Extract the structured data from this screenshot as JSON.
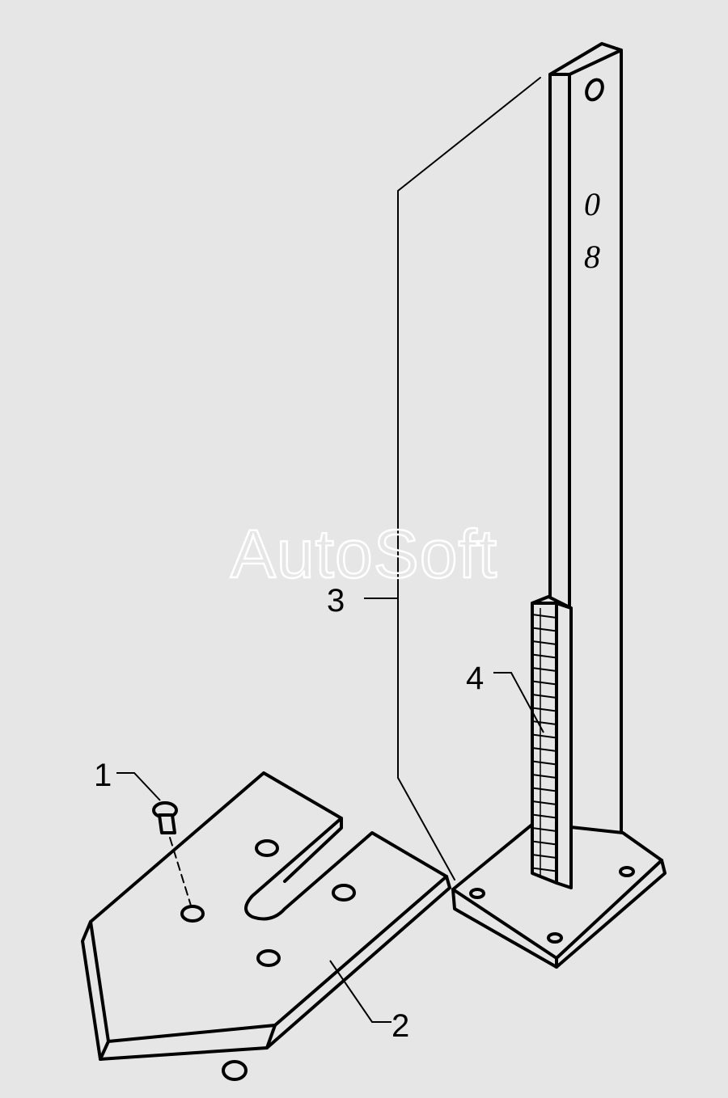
{
  "watermark": "AutoSoft",
  "post_markings": {
    "hole_label": "0",
    "number_label": "8"
  },
  "callouts": [
    {
      "id": "1",
      "label": "1"
    },
    {
      "id": "2",
      "label": "2"
    },
    {
      "id": "3",
      "label": "3"
    },
    {
      "id": "4",
      "label": "4"
    }
  ]
}
